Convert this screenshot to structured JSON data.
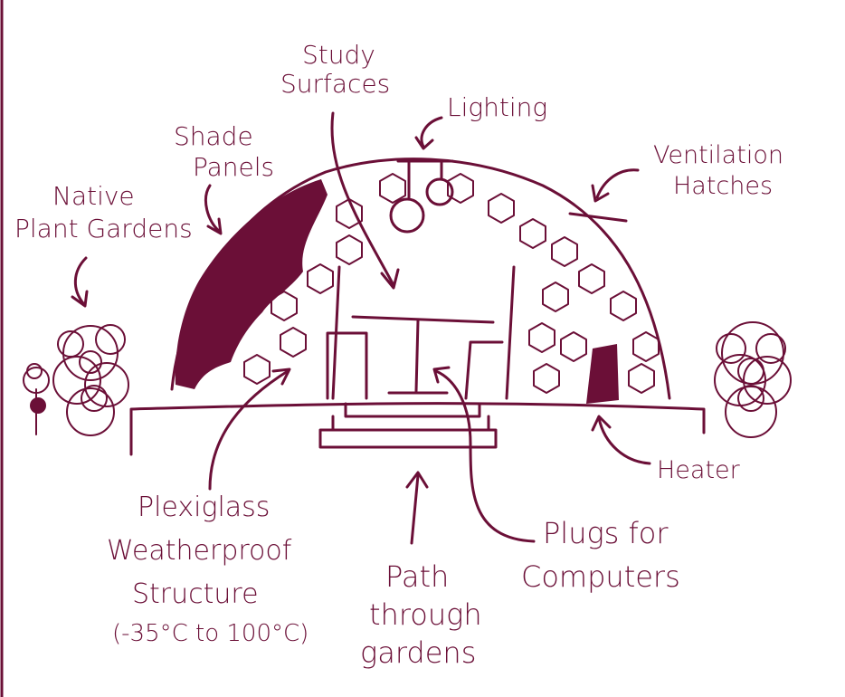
{
  "colors": {
    "ink": "#6b0f37",
    "background": "#ffffff"
  },
  "labels": {
    "study_surfaces": [
      "Study",
      "Surfaces"
    ],
    "lighting": [
      "Lighting"
    ],
    "shade_panels": [
      "Shade",
      "Panels"
    ],
    "ventilation_hatches": [
      "Ventilation",
      "Hatches"
    ],
    "native_plant_gardens": [
      "Native",
      "Plant Gardens"
    ],
    "heater": [
      "Heater"
    ],
    "plexiglass_structure": [
      "Plexiglass",
      "Weatherproof",
      "Structure",
      "(-35°C to 100°C)"
    ],
    "plugs_for_computers": [
      "Plugs for",
      "Computers"
    ],
    "path_through_gardens": [
      "Path",
      "through",
      "gardens"
    ]
  }
}
